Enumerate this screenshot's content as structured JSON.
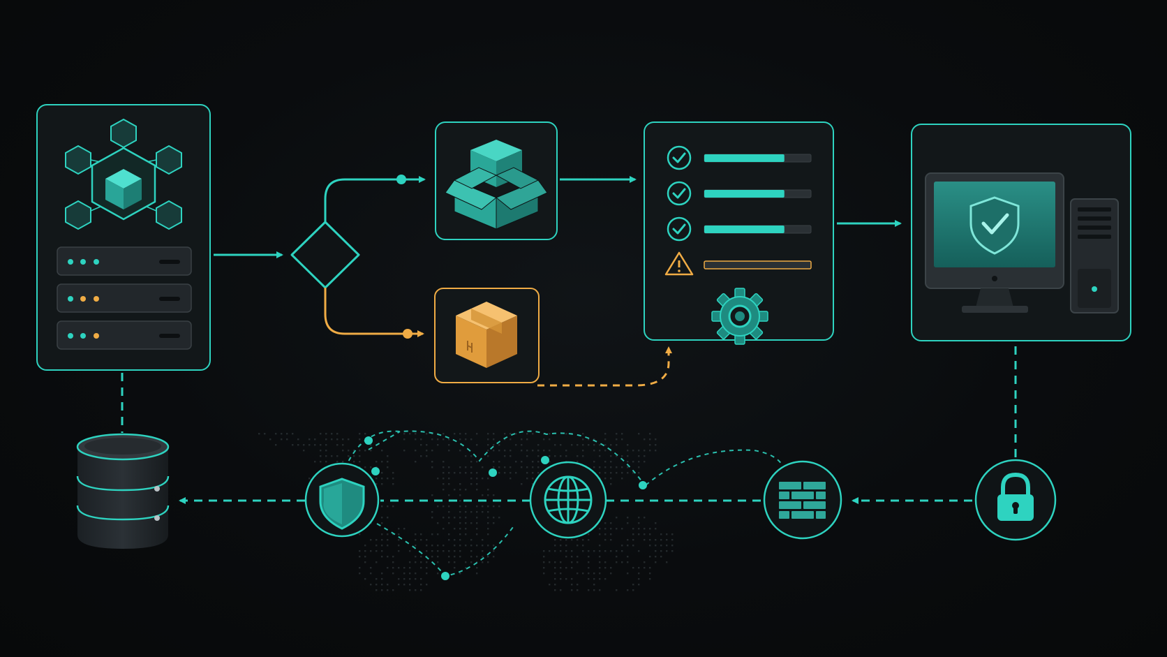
{
  "colors": {
    "background": "#0a0c0e",
    "accent_teal": "#2ed3c0",
    "accent_teal_dark": "#1f9c8e",
    "accent_orange": "#f0ac45",
    "panel_fill": "#14191c",
    "panel_stroke": "#2ed3c0",
    "server_slot": "#22272b"
  },
  "nodes": {
    "source_panel": {
      "icons": [
        "hexagon-cube-cluster-icon",
        "server-rack-icon"
      ],
      "server_units": 3
    },
    "decision": {
      "icon": "decision-diamond-icon"
    },
    "package_success": {
      "icon": "open-box-icon",
      "status": "teal"
    },
    "package_failure": {
      "icon": "closed-box-icon",
      "status": "orange"
    },
    "checklist": {
      "items": [
        {
          "status": "check",
          "progress": 0.75
        },
        {
          "status": "check",
          "progress": 0.75
        },
        {
          "status": "check",
          "progress": 0.75
        },
        {
          "status": "warning",
          "progress": 0.0
        }
      ],
      "icon": "gear-icon"
    },
    "secure_workstation": {
      "icons": [
        "monitor-icon",
        "shield-check-icon",
        "tower-pc-icon"
      ]
    },
    "database": {
      "icon": "database-icon"
    },
    "network_path": [
      {
        "id": "lock",
        "icon": "lock-icon"
      },
      {
        "id": "firewall",
        "icon": "firewall-icon"
      },
      {
        "id": "globe",
        "icon": "globe-icon"
      },
      {
        "id": "shield",
        "icon": "shield-icon"
      }
    ]
  }
}
